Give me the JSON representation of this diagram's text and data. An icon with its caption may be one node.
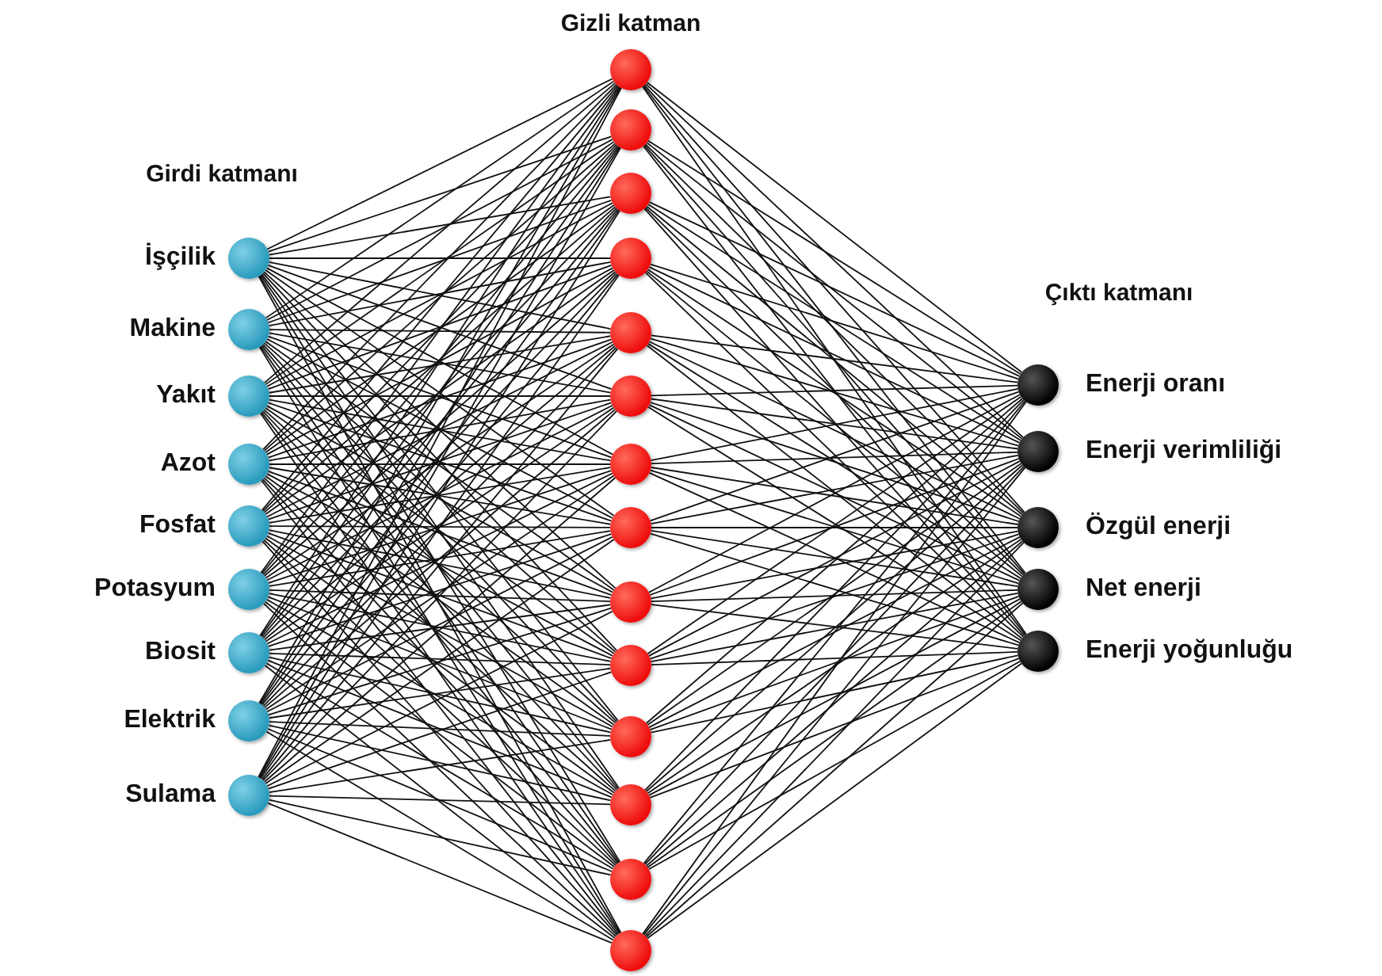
{
  "diagram": {
    "nodes": [
      {
        "text": [],
        "shape": "circle",
        "beside": [
          "İşçilik"
        ]
      },
      {
        "text": [],
        "shape": "circle",
        "beside": [
          "Makine"
        ]
      },
      {
        "text": [],
        "shape": "circle",
        "beside": [
          "Yakıt"
        ]
      },
      {
        "text": [],
        "shape": "circle",
        "beside": [
          "Azot"
        ]
      },
      {
        "text": [],
        "shape": "circle",
        "beside": [
          "Fosfat"
        ]
      },
      {
        "text": [],
        "shape": "circle",
        "beside": [
          "Potasyum"
        ]
      },
      {
        "text": [],
        "shape": "circle",
        "beside": [
          "Biosit"
        ]
      },
      {
        "text": [],
        "shape": "circle",
        "beside": [
          "Elektrik"
        ]
      },
      {
        "text": [],
        "shape": "circle",
        "beside": [
          "Sulama"
        ]
      },
      {
        "text": [],
        "shape": "circle"
      },
      {
        "text": [],
        "shape": "circle"
      },
      {
        "text": [],
        "shape": "circle"
      },
      {
        "text": [],
        "shape": "circle"
      },
      {
        "text": [],
        "shape": "circle"
      },
      {
        "text": [],
        "shape": "circle"
      },
      {
        "text": [],
        "shape": "circle"
      },
      {
        "text": [],
        "shape": "circle"
      },
      {
        "text": [],
        "shape": "circle"
      },
      {
        "text": [],
        "shape": "circle"
      },
      {
        "text": [],
        "shape": "circle"
      },
      {
        "text": [],
        "shape": "circle"
      },
      {
        "text": [],
        "shape": "circle"
      },
      {
        "text": [],
        "shape": "circle"
      },
      {
        "text": [],
        "shape": "circle",
        "beside": [
          "Enerji oranı"
        ]
      },
      {
        "text": [],
        "shape": "circle",
        "beside": [
          "Enerji verimliliği"
        ]
      },
      {
        "text": [],
        "shape": "circle",
        "beside": [
          "Özgül enerji"
        ]
      },
      {
        "text": [],
        "shape": "circle",
        "beside": [
          "Net enerji"
        ]
      },
      {
        "text": [],
        "shape": "circle",
        "beside": [
          "Enerji yoğunluğu"
        ]
      }
    ],
    "edges": [
      {
        "from": 0,
        "to": 9,
        "arrow": "none"
      },
      {
        "from": 0,
        "to": 10,
        "arrow": "none"
      },
      {
        "from": 0,
        "to": 11,
        "arrow": "none"
      },
      {
        "from": 0,
        "to": 12,
        "arrow": "none"
      },
      {
        "from": 0,
        "to": 13,
        "arrow": "none"
      },
      {
        "from": 0,
        "to": 14,
        "arrow": "none"
      },
      {
        "from": 0,
        "to": 15,
        "arrow": "none"
      },
      {
        "from": 0,
        "to": 16,
        "arrow": "none"
      },
      {
        "from": 0,
        "to": 17,
        "arrow": "none"
      },
      {
        "from": 0,
        "to": 18,
        "arrow": "none"
      },
      {
        "from": 0,
        "to": 19,
        "arrow": "none"
      },
      {
        "from": 0,
        "to": 20,
        "arrow": "none"
      },
      {
        "from": 0,
        "to": 21,
        "arrow": "none"
      },
      {
        "from": 0,
        "to": 22,
        "arrow": "none"
      },
      {
        "from": 1,
        "to": 9,
        "arrow": "none"
      },
      {
        "from": 1,
        "to": 10,
        "arrow": "none"
      },
      {
        "from": 1,
        "to": 11,
        "arrow": "none"
      },
      {
        "from": 1,
        "to": 12,
        "arrow": "none"
      },
      {
        "from": 1,
        "to": 13,
        "arrow": "none"
      },
      {
        "from": 1,
        "to": 14,
        "arrow": "none"
      },
      {
        "from": 1,
        "to": 15,
        "arrow": "none"
      },
      {
        "from": 1,
        "to": 16,
        "arrow": "none"
      },
      {
        "from": 1,
        "to": 17,
        "arrow": "none"
      },
      {
        "from": 1,
        "to": 18,
        "arrow": "none"
      },
      {
        "from": 1,
        "to": 19,
        "arrow": "none"
      },
      {
        "from": 1,
        "to": 20,
        "arrow": "none"
      },
      {
        "from": 1,
        "to": 21,
        "arrow": "none"
      },
      {
        "from": 1,
        "to": 22,
        "arrow": "none"
      },
      {
        "from": 2,
        "to": 9,
        "arrow": "none"
      },
      {
        "from": 2,
        "to": 10,
        "arrow": "none"
      },
      {
        "from": 2,
        "to": 11,
        "arrow": "none"
      },
      {
        "from": 2,
        "to": 12,
        "arrow": "none"
      },
      {
        "from": 2,
        "to": 13,
        "arrow": "none"
      },
      {
        "from": 2,
        "to": 14,
        "arrow": "none"
      },
      {
        "from": 2,
        "to": 15,
        "arrow": "none"
      },
      {
        "from": 2,
        "to": 16,
        "arrow": "none"
      },
      {
        "from": 2,
        "to": 17,
        "arrow": "none"
      },
      {
        "from": 2,
        "to": 18,
        "arrow": "none"
      },
      {
        "from": 2,
        "to": 19,
        "arrow": "none"
      },
      {
        "from": 2,
        "to": 20,
        "arrow": "none"
      },
      {
        "from": 2,
        "to": 21,
        "arrow": "none"
      },
      {
        "from": 2,
        "to": 22,
        "arrow": "none"
      },
      {
        "from": 3,
        "to": 9,
        "arrow": "none"
      },
      {
        "from": 3,
        "to": 10,
        "arrow": "none"
      },
      {
        "from": 3,
        "to": 11,
        "arrow": "none"
      },
      {
        "from": 3,
        "to": 12,
        "arrow": "none"
      },
      {
        "from": 3,
        "to": 13,
        "arrow": "none"
      },
      {
        "from": 3,
        "to": 14,
        "arrow": "none"
      },
      {
        "from": 3,
        "to": 15,
        "arrow": "none"
      },
      {
        "from": 3,
        "to": 16,
        "arrow": "none"
      },
      {
        "from": 3,
        "to": 17,
        "arrow": "none"
      },
      {
        "from": 3,
        "to": 18,
        "arrow": "none"
      },
      {
        "from": 3,
        "to": 19,
        "arrow": "none"
      },
      {
        "from": 3,
        "to": 20,
        "arrow": "none"
      },
      {
        "from": 3,
        "to": 21,
        "arrow": "none"
      },
      {
        "from": 3,
        "to": 22,
        "arrow": "none"
      },
      {
        "from": 4,
        "to": 9,
        "arrow": "none"
      },
      {
        "from": 4,
        "to": 10,
        "arrow": "none"
      },
      {
        "from": 4,
        "to": 11,
        "arrow": "none"
      },
      {
        "from": 4,
        "to": 12,
        "arrow": "none"
      },
      {
        "from": 4,
        "to": 13,
        "arrow": "none"
      },
      {
        "from": 4,
        "to": 14,
        "arrow": "none"
      },
      {
        "from": 4,
        "to": 15,
        "arrow": "none"
      },
      {
        "from": 4,
        "to": 16,
        "arrow": "none"
      },
      {
        "from": 4,
        "to": 17,
        "arrow": "none"
      },
      {
        "from": 4,
        "to": 18,
        "arrow": "none"
      },
      {
        "from": 4,
        "to": 19,
        "arrow": "none"
      },
      {
        "from": 4,
        "to": 20,
        "arrow": "none"
      },
      {
        "from": 4,
        "to": 21,
        "arrow": "none"
      },
      {
        "from": 4,
        "to": 22,
        "arrow": "none"
      },
      {
        "from": 5,
        "to": 9,
        "arrow": "none"
      },
      {
        "from": 5,
        "to": 10,
        "arrow": "none"
      },
      {
        "from": 5,
        "to": 11,
        "arrow": "none"
      },
      {
        "from": 5,
        "to": 12,
        "arrow": "none"
      },
      {
        "from": 5,
        "to": 13,
        "arrow": "none"
      },
      {
        "from": 5,
        "to": 14,
        "arrow": "none"
      },
      {
        "from": 5,
        "to": 15,
        "arrow": "none"
      },
      {
        "from": 5,
        "to": 16,
        "arrow": "none"
      },
      {
        "from": 5,
        "to": 17,
        "arrow": "none"
      },
      {
        "from": 5,
        "to": 18,
        "arrow": "none"
      },
      {
        "from": 5,
        "to": 19,
        "arrow": "none"
      },
      {
        "from": 5,
        "to": 20,
        "arrow": "none"
      },
      {
        "from": 5,
        "to": 21,
        "arrow": "none"
      },
      {
        "from": 5,
        "to": 22,
        "arrow": "none"
      },
      {
        "from": 6,
        "to": 9,
        "arrow": "none"
      },
      {
        "from": 6,
        "to": 10,
        "arrow": "none"
      },
      {
        "from": 6,
        "to": 11,
        "arrow": "none"
      },
      {
        "from": 6,
        "to": 12,
        "arrow": "none"
      },
      {
        "from": 6,
        "to": 13,
        "arrow": "none"
      },
      {
        "from": 6,
        "to": 14,
        "arrow": "none"
      },
      {
        "from": 6,
        "to": 15,
        "arrow": "none"
      },
      {
        "from": 6,
        "to": 16,
        "arrow": "none"
      },
      {
        "from": 6,
        "to": 17,
        "arrow": "none"
      },
      {
        "from": 6,
        "to": 18,
        "arrow": "none"
      },
      {
        "from": 6,
        "to": 19,
        "arrow": "none"
      },
      {
        "from": 6,
        "to": 20,
        "arrow": "none"
      },
      {
        "from": 6,
        "to": 21,
        "arrow": "none"
      },
      {
        "from": 6,
        "to": 22,
        "arrow": "none"
      },
      {
        "from": 7,
        "to": 9,
        "arrow": "none"
      },
      {
        "from": 7,
        "to": 10,
        "arrow": "none"
      },
      {
        "from": 7,
        "to": 11,
        "arrow": "none"
      },
      {
        "from": 7,
        "to": 12,
        "arrow": "none"
      },
      {
        "from": 7,
        "to": 13,
        "arrow": "none"
      },
      {
        "from": 7,
        "to": 14,
        "arrow": "none"
      },
      {
        "from": 7,
        "to": 15,
        "arrow": "none"
      },
      {
        "from": 7,
        "to": 16,
        "arrow": "none"
      },
      {
        "from": 7,
        "to": 17,
        "arrow": "none"
      },
      {
        "from": 7,
        "to": 18,
        "arrow": "none"
      },
      {
        "from": 7,
        "to": 19,
        "arrow": "none"
      },
      {
        "from": 7,
        "to": 20,
        "arrow": "none"
      },
      {
        "from": 7,
        "to": 21,
        "arrow": "none"
      },
      {
        "from": 7,
        "to": 22,
        "arrow": "none"
      },
      {
        "from": 8,
        "to": 9,
        "arrow": "none"
      },
      {
        "from": 8,
        "to": 10,
        "arrow": "none"
      },
      {
        "from": 8,
        "to": 11,
        "arrow": "none"
      },
      {
        "from": 8,
        "to": 12,
        "arrow": "none"
      },
      {
        "from": 8,
        "to": 13,
        "arrow": "none"
      },
      {
        "from": 8,
        "to": 14,
        "arrow": "none"
      },
      {
        "from": 8,
        "to": 15,
        "arrow": "none"
      },
      {
        "from": 8,
        "to": 16,
        "arrow": "none"
      },
      {
        "from": 8,
        "to": 17,
        "arrow": "none"
      },
      {
        "from": 8,
        "to": 18,
        "arrow": "none"
      },
      {
        "from": 8,
        "to": 19,
        "arrow": "none"
      },
      {
        "from": 8,
        "to": 20,
        "arrow": "none"
      },
      {
        "from": 8,
        "to": 21,
        "arrow": "none"
      },
      {
        "from": 8,
        "to": 22,
        "arrow": "none"
      },
      {
        "from": 9,
        "to": 23,
        "arrow": "none"
      },
      {
        "from": 9,
        "to": 24,
        "arrow": "none"
      },
      {
        "from": 9,
        "to": 25,
        "arrow": "none"
      },
      {
        "from": 9,
        "to": 26,
        "arrow": "none"
      },
      {
        "from": 9,
        "to": 27,
        "arrow": "none"
      },
      {
        "from": 10,
        "to": 23,
        "arrow": "none"
      },
      {
        "from": 10,
        "to": 24,
        "arrow": "none"
      },
      {
        "from": 10,
        "to": 25,
        "arrow": "none"
      },
      {
        "from": 10,
        "to": 26,
        "arrow": "none"
      },
      {
        "from": 10,
        "to": 27,
        "arrow": "none"
      },
      {
        "from": 11,
        "to": 23,
        "arrow": "none"
      },
      {
        "from": 11,
        "to": 24,
        "arrow": "none"
      },
      {
        "from": 11,
        "to": 25,
        "arrow": "none"
      },
      {
        "from": 11,
        "to": 26,
        "arrow": "none"
      },
      {
        "from": 11,
        "to": 27,
        "arrow": "none"
      },
      {
        "from": 12,
        "to": 23,
        "arrow": "none"
      },
      {
        "from": 12,
        "to": 24,
        "arrow": "none"
      },
      {
        "from": 12,
        "to": 25,
        "arrow": "none"
      },
      {
        "from": 12,
        "to": 26,
        "arrow": "none"
      },
      {
        "from": 12,
        "to": 27,
        "arrow": "none"
      },
      {
        "from": 13,
        "to": 23,
        "arrow": "none"
      },
      {
        "from": 13,
        "to": 24,
        "arrow": "none"
      },
      {
        "from": 13,
        "to": 25,
        "arrow": "none"
      },
      {
        "from": 13,
        "to": 26,
        "arrow": "none"
      },
      {
        "from": 13,
        "to": 27,
        "arrow": "none"
      },
      {
        "from": 14,
        "to": 23,
        "arrow": "none"
      },
      {
        "from": 14,
        "to": 24,
        "arrow": "none"
      },
      {
        "from": 14,
        "to": 25,
        "arrow": "none"
      },
      {
        "from": 14,
        "to": 26,
        "arrow": "none"
      },
      {
        "from": 14,
        "to": 27,
        "arrow": "none"
      },
      {
        "from": 15,
        "to": 23,
        "arrow": "none"
      },
      {
        "from": 15,
        "to": 24,
        "arrow": "none"
      },
      {
        "from": 15,
        "to": 25,
        "arrow": "none"
      },
      {
        "from": 15,
        "to": 26,
        "arrow": "none"
      },
      {
        "from": 15,
        "to": 27,
        "arrow": "none"
      },
      {
        "from": 16,
        "to": 23,
        "arrow": "none"
      },
      {
        "from": 16,
        "to": 24,
        "arrow": "none"
      },
      {
        "from": 16,
        "to": 25,
        "arrow": "none"
      },
      {
        "from": 16,
        "to": 26,
        "arrow": "none"
      },
      {
        "from": 16,
        "to": 27,
        "arrow": "none"
      },
      {
        "from": 17,
        "to": 23,
        "arrow": "none"
      },
      {
        "from": 17,
        "to": 24,
        "arrow": "none"
      },
      {
        "from": 17,
        "to": 25,
        "arrow": "none"
      },
      {
        "from": 17,
        "to": 26,
        "arrow": "none"
      },
      {
        "from": 17,
        "to": 27,
        "arrow": "none"
      },
      {
        "from": 18,
        "to": 23,
        "arrow": "none"
      },
      {
        "from": 18,
        "to": 24,
        "arrow": "none"
      },
      {
        "from": 18,
        "to": 25,
        "arrow": "none"
      },
      {
        "from": 18,
        "to": 26,
        "arrow": "none"
      },
      {
        "from": 18,
        "to": 27,
        "arrow": "none"
      },
      {
        "from": 19,
        "to": 23,
        "arrow": "none"
      },
      {
        "from": 19,
        "to": 24,
        "arrow": "none"
      },
      {
        "from": 19,
        "to": 25,
        "arrow": "none"
      },
      {
        "from": 19,
        "to": 26,
        "arrow": "none"
      },
      {
        "from": 19,
        "to": 27,
        "arrow": "none"
      },
      {
        "from": 20,
        "to": 23,
        "arrow": "none"
      },
      {
        "from": 20,
        "to": 24,
        "arrow": "none"
      },
      {
        "from": 20,
        "to": 25,
        "arrow": "none"
      },
      {
        "from": 20,
        "to": 26,
        "arrow": "none"
      },
      {
        "from": 20,
        "to": 27,
        "arrow": "none"
      },
      {
        "from": 21,
        "to": 23,
        "arrow": "none"
      },
      {
        "from": 21,
        "to": 24,
        "arrow": "none"
      },
      {
        "from": 21,
        "to": 25,
        "arrow": "none"
      },
      {
        "from": 21,
        "to": 26,
        "arrow": "none"
      },
      {
        "from": 21,
        "to": 27,
        "arrow": "none"
      },
      {
        "from": 22,
        "to": 23,
        "arrow": "none"
      },
      {
        "from": 22,
        "to": 24,
        "arrow": "none"
      },
      {
        "from": 22,
        "to": 25,
        "arrow": "none"
      },
      {
        "from": 22,
        "to": 26,
        "arrow": "none"
      },
      {
        "from": 22,
        "to": 27,
        "arrow": "none"
      }
    ],
    "labels": [
      "Gizli katman",
      "Girdi katmanı",
      "Çıktı katmanı"
    ]
  }
}
